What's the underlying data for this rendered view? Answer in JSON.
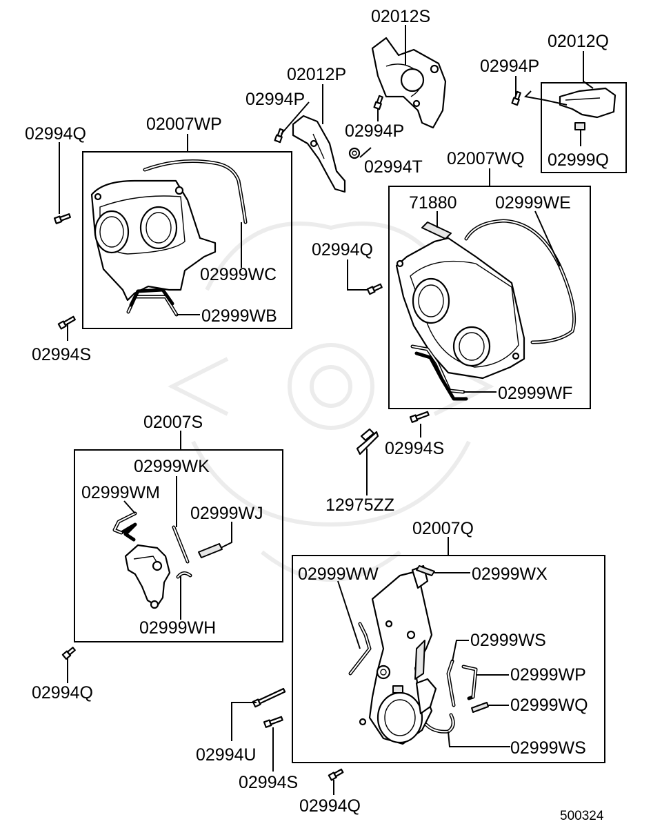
{
  "diagram": {
    "labels": {
      "p02012S": "02012S",
      "p02012Q": "02012Q",
      "p02994P_a": "02994P",
      "p02012P": "02012P",
      "p02994P_b": "02994P",
      "p02994P_c": "02994P",
      "p02994Q_a": "02994Q",
      "p02007WP": "02007WP",
      "p02994T": "02994T",
      "p02999Q": "02999Q",
      "p02007WQ": "02007WQ",
      "p71880": "71880",
      "p02999WE": "02999WE",
      "p02994Q_b": "02994Q",
      "p02999WC": "02999WC",
      "p02999WB": "02999WB",
      "p02994S_a": "02994S",
      "p02999WF": "02999WF",
      "p02007S": "02007S",
      "p02994S_b": "02994S",
      "p02999WK": "02999WK",
      "p02999WM": "02999WM",
      "p02999WJ": "02999WJ",
      "p12975ZZ": "12975ZZ",
      "p02007Q": "02007Q",
      "p02999WW": "02999WW",
      "p02999WX": "02999WX",
      "p02999WH": "02999WH",
      "p02999WS_a": "02999WS",
      "p02994Q_c": "02994Q",
      "p02999WP": "02999WP",
      "p02999WQ": "02999WQ",
      "p02994U": "02994U",
      "p02999WS_b": "02999WS",
      "p02994S_c": "02994S",
      "p02994Q_d": "02994Q",
      "diagram_code": "500324"
    }
  }
}
